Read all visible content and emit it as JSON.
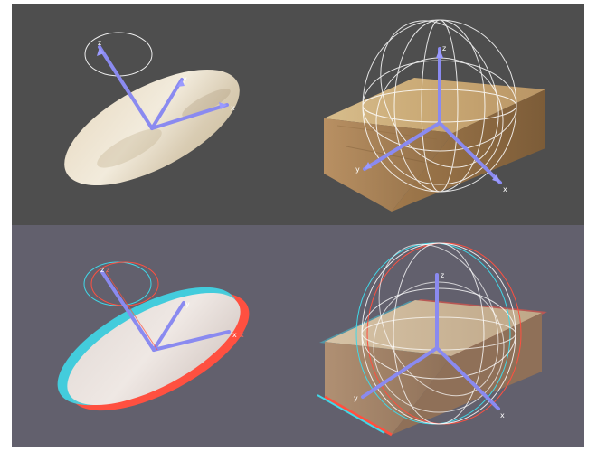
{
  "colors": {
    "viewport_top_bg": "#4e4e4e",
    "viewport_bottom_bg": "#62606d",
    "axis_color": "#8a8af0",
    "gizmo_ring": "#ffffff",
    "anaglyph_red": "#ff5040",
    "anaglyph_cyan": "#40d8e8",
    "disc_texture_light": "#efe6d3",
    "box_texture": "#c9a874"
  },
  "viewports": [
    {
      "id": "top",
      "mode": "normal",
      "left_object": "disc",
      "right_object": "box"
    },
    {
      "id": "bottom",
      "mode": "anaglyph-stereo",
      "left_object": "disc",
      "right_object": "box"
    }
  ],
  "labels": {
    "x_axis": "x",
    "y_axis": "y",
    "z_axis": "z"
  },
  "icons": [
    "translate-gizmo-icon",
    "rotate-gizmo-icon"
  ]
}
